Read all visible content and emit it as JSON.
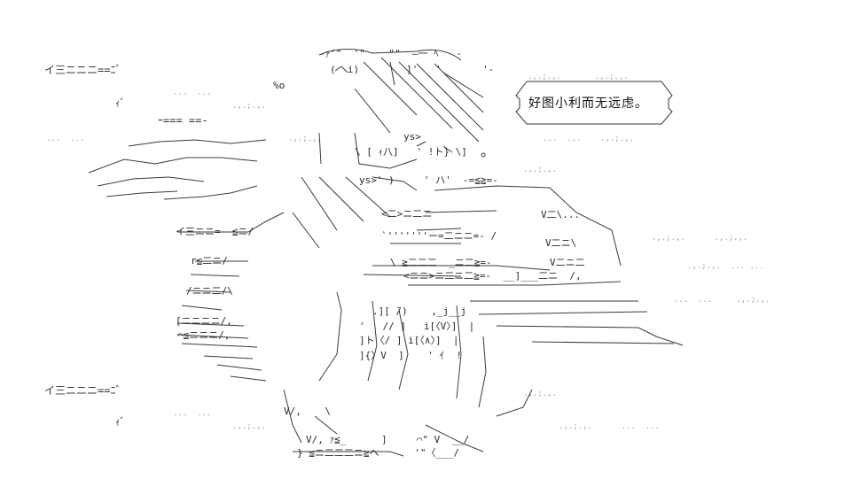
{
  "speech_bubble": {
    "text": "好图小利而无远虑。"
  },
  "art": {
    "speed_lines": [
      "イ三ニニニ==ﾆﾞ",
      "イ三ニニニ==ﾆﾞ",
      "ｰ=== ==-"
    ],
    "noise_marks": [
      "....",
      "ｨﾞ",
      "%o"
    ]
  }
}
